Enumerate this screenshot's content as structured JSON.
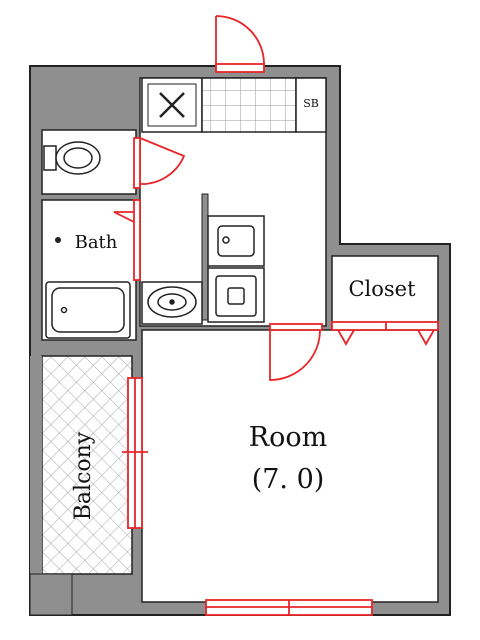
{
  "plan": {
    "labels": {
      "room": "Room",
      "room_size": "(7. 0)",
      "closet": "Closet",
      "bath": "Bath",
      "sb": "SB",
      "balcony": "Balcony"
    },
    "colors": {
      "wall": "#8f8f8f",
      "wall_line": "#222222",
      "door": "#e8262a",
      "balcony_hatch": "#9a9a9a",
      "floor": "#ffffff"
    },
    "fixtures": [
      "stove-icon",
      "toilet-icon",
      "bathtub-icon",
      "washbasin-icon",
      "sink-icon",
      "washer-icon",
      "shoebox-cabinet"
    ]
  }
}
